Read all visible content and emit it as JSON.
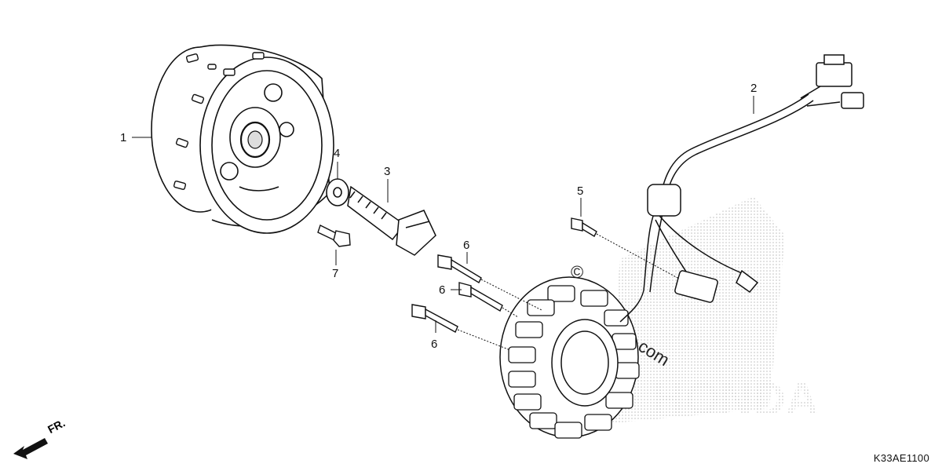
{
  "diagram_code": "K33AE1100",
  "direction_marker": "FR.",
  "callouts": [
    {
      "id": "c1",
      "text": "1"
    },
    {
      "id": "c2",
      "text": "2"
    },
    {
      "id": "c3",
      "text": "3"
    },
    {
      "id": "c4",
      "text": "4"
    },
    {
      "id": "c5",
      "text": "5"
    },
    {
      "id": "c6a",
      "text": "6"
    },
    {
      "id": "c6b",
      "text": "6"
    },
    {
      "id": "c6c",
      "text": "6"
    },
    {
      "id": "c7",
      "text": "7"
    }
  ],
  "watermark": {
    "copyright": "©",
    "site": "com"
  },
  "colors": {
    "line": "#111111",
    "stipple": "#9a9a9a"
  }
}
